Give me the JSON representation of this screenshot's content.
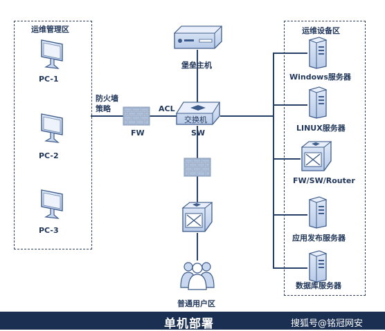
{
  "zones": {
    "ops_management": {
      "title": "运维管理区"
    },
    "ops_devices": {
      "title": "运维设备区"
    }
  },
  "pcs": [
    {
      "label": "PC-1",
      "icon": "monitor-icon"
    },
    {
      "label": "PC-2",
      "icon": "monitor-icon"
    },
    {
      "label": "PC-3",
      "icon": "monitor-icon"
    }
  ],
  "firewall": {
    "policy_label": "防火墙\n策略",
    "name": "FW",
    "icon": "firewall-icon"
  },
  "acl_label": "ACL",
  "bastion": {
    "label": "堡垒主机",
    "icon": "server-appliance-icon"
  },
  "switch": {
    "inner_label": "交换机",
    "name": "SW",
    "icon": "switch-icon"
  },
  "user_zone": {
    "label": "普通用户区",
    "icon": "users-icon"
  },
  "servers": [
    {
      "label": "Windows服务器",
      "icon": "tower-server-icon"
    },
    {
      "label": "LINUX服务器",
      "icon": "tower-server-icon"
    },
    {
      "label": "FW/SW/Router",
      "icon": "switch-cube-icon"
    },
    {
      "label": "应用发布服务器",
      "icon": "tower-server-icon"
    },
    {
      "label": "数据库服务器",
      "icon": "tower-server-icon"
    }
  ],
  "footer": {
    "title": "单机部署",
    "credit": "搜狐号@铭冠网安"
  },
  "colors": {
    "line": "#243e66",
    "footer_bg": "#1b2f52",
    "device_fill": "#c9d8ef",
    "device_stroke": "#3c5a8a"
  }
}
